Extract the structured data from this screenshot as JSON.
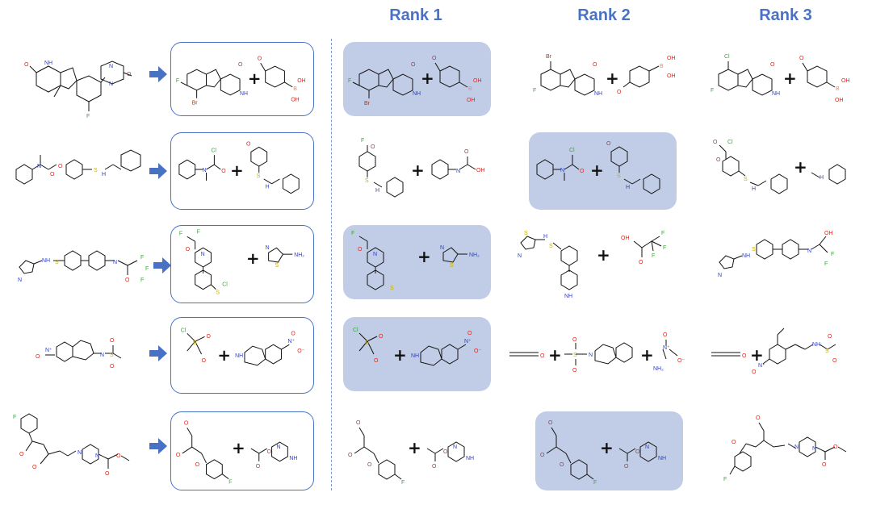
{
  "headers": [
    "Rank 1",
    "Rank 2",
    "Rank 3"
  ],
  "colors": {
    "header": "#4a72c4",
    "box_border": "#4a72c4",
    "highlight": "#c1cde6",
    "arrow": "#4a72c4",
    "bond": "#111111",
    "oxygen": "#e0241b",
    "nitrogen": "#2a3ec8",
    "sulfur": "#c9b000",
    "fluorine": "#3fa23f",
    "chlorine": "#3fa23f",
    "bromine": "#9b3a1f",
    "boron": "#e08a7a"
  },
  "atom_labels": {
    "O": "O",
    "N": "N",
    "NH": "NH",
    "H": "H",
    "S": "S",
    "F": "F",
    "Cl": "Cl",
    "Br": "Br",
    "B": "B",
    "OH": "OH",
    "NH2": "NH₂",
    "N+": "N⁺",
    "O-": "O⁻"
  },
  "plus": "+",
  "highlighted": {
    "row1": "rank1",
    "row2": "rank2",
    "row3": "rank1",
    "row4": "rank1",
    "row5": "rank2"
  }
}
